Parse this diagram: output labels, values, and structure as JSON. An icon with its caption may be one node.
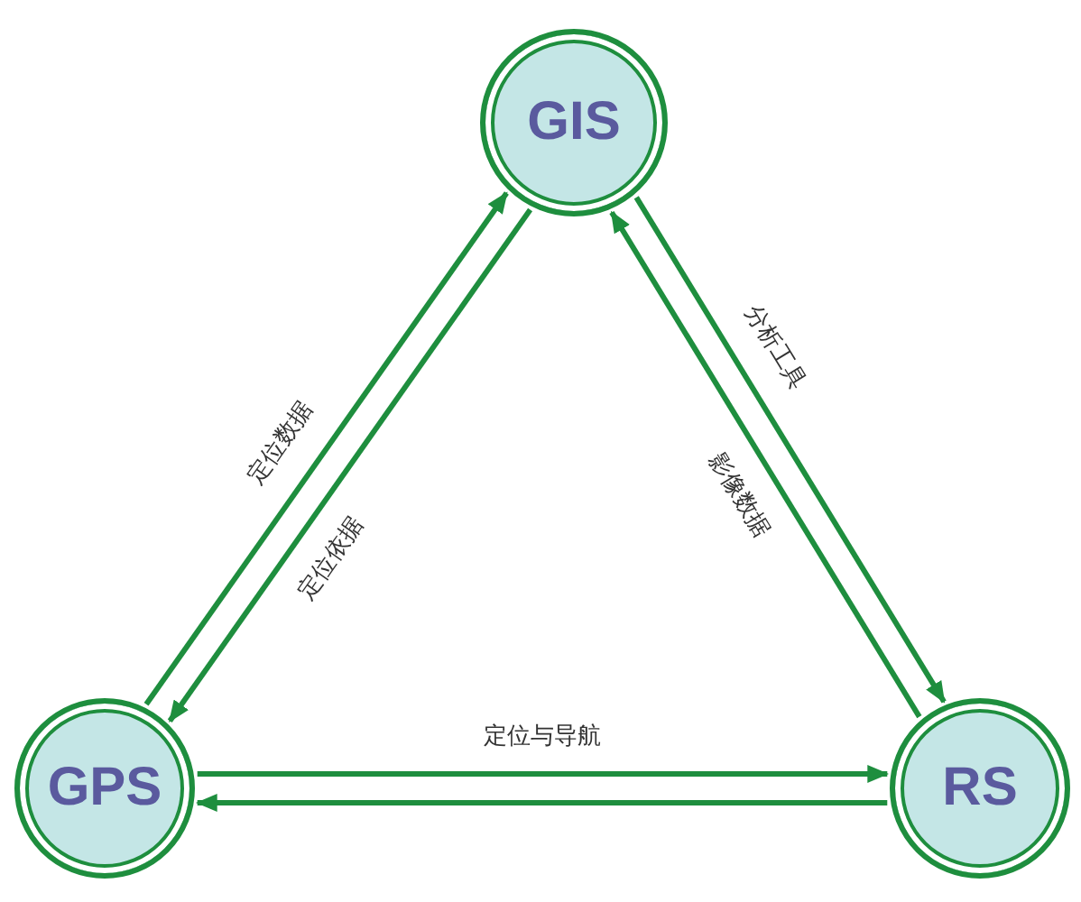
{
  "diagram": {
    "nodes": [
      {
        "text": [
          "GIS"
        ]
      },
      {
        "text": [
          "GPS"
        ]
      },
      {
        "text": [
          "RS"
        ]
      }
    ],
    "edges": [
      {
        "from": 1,
        "to": 0,
        "arrow": "to",
        "label": "定位数据"
      },
      {
        "from": 0,
        "to": 1,
        "arrow": "to",
        "label": "定位依据"
      },
      {
        "from": 0,
        "to": 2,
        "arrow": "to",
        "label": "分析工具"
      },
      {
        "from": 2,
        "to": 0,
        "arrow": "to",
        "label": "影像数据"
      },
      {
        "from": 1,
        "to": 2,
        "arrow": "to",
        "label": "定位与导航"
      },
      {
        "from": 2,
        "to": 1,
        "arrow": "to"
      }
    ]
  }
}
